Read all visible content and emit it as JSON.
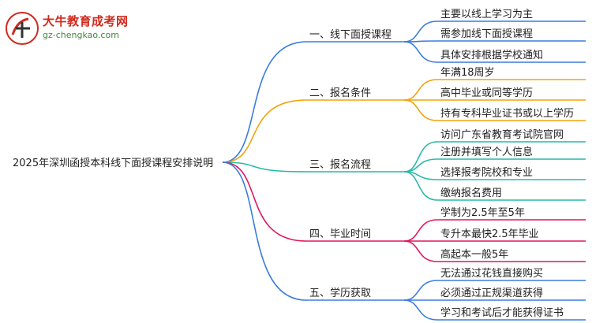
{
  "logo": {
    "title": "大牛教育成考网",
    "url": "gz-chengkao.com"
  },
  "mindmap": {
    "root": "2025年深圳函授本科线下面授课程安排说明",
    "branches": [
      {
        "label": "一、线下面授课程",
        "color": "#3b7ddd",
        "leaves": [
          "主要以线上学习为主",
          "需参加线下面授课程",
          "具体安排根据学校通知"
        ]
      },
      {
        "label": "二、报名条件",
        "color": "#f0a30a",
        "leaves": [
          "年满18周岁",
          "高中毕业或同等学历",
          "持有专科毕业证书或以上学历"
        ]
      },
      {
        "label": "三、报名流程",
        "color": "#27b9a8",
        "leaves": [
          "访问广东省教育考试院官网",
          "注册并填写个人信息",
          "选择报考院校和专业",
          "缴纳报名费用"
        ]
      },
      {
        "label": "四、毕业时间",
        "color": "#e0175f",
        "leaves": [
          "学制为2.5年至5年",
          "专升本最快2.5年毕业",
          "高起本一般5年"
        ]
      },
      {
        "label": "五、学历获取",
        "color": "#3b7ddd",
        "leaves": [
          "无法通过花钱直接购买",
          "必须通过正规渠道获得",
          "学习和考试后才能获得证书"
        ]
      }
    ]
  }
}
